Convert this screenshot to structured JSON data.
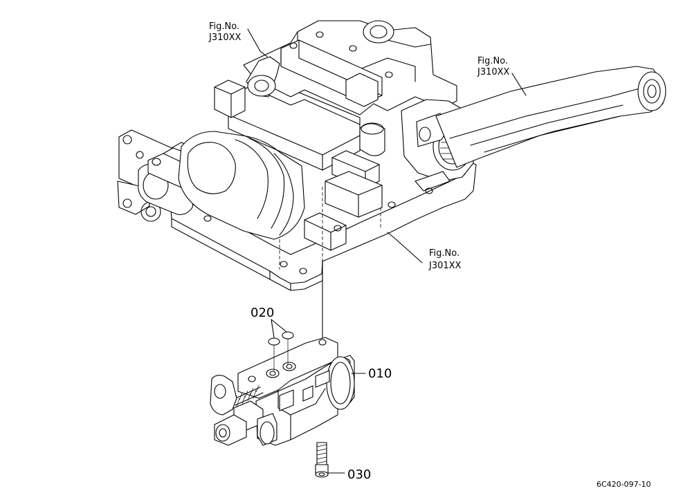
{
  "references": [
    {
      "id": "ref-1",
      "line1": "Fig.No.",
      "line2": "J310XX"
    },
    {
      "id": "ref-2",
      "line1": "Fig.No.",
      "line2": "J310XX"
    },
    {
      "id": "ref-3",
      "line1": "Fig.No.",
      "line2": "J301XX"
    }
  ],
  "parts": [
    {
      "id": "part-020",
      "number": "020"
    },
    {
      "id": "part-010",
      "number": "010"
    },
    {
      "id": "part-030",
      "number": "030"
    }
  ],
  "drawing_code": "6C420-097-10"
}
